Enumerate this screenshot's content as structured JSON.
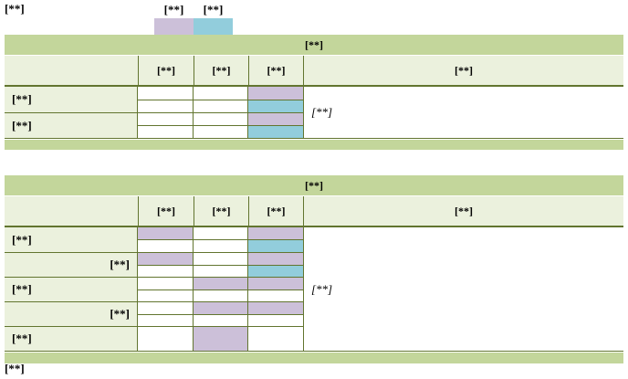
{
  "colors": {
    "bar_green": "#C3D69B",
    "light_green": "#EBF1DD",
    "purple": "#CCC0D9",
    "teal": "#92CDDC",
    "border": "#62752F",
    "text": "#000000"
  },
  "page": {
    "top_note": "[**]",
    "bottom_note": "[**]"
  },
  "legend": {
    "items": [
      {
        "label": "[**]",
        "color_key": "purple"
      },
      {
        "label": "[**]",
        "color_key": "teal"
      }
    ]
  },
  "table1": {
    "title": "[**]",
    "columns": [
      "[**]",
      "[**]",
      "[**]",
      "[**]"
    ],
    "rows": [
      {
        "label": "[**]",
        "align": "left",
        "subrows": [
          [
            "w",
            "w",
            "p"
          ],
          [
            "w",
            "w",
            "t"
          ]
        ]
      },
      {
        "label": "[**]",
        "align": "left",
        "subrows": [
          [
            "w",
            "w",
            "p"
          ],
          [
            "w",
            "w",
            "t"
          ]
        ]
      }
    ],
    "note": "[**]"
  },
  "table2": {
    "title": "[**]",
    "columns": [
      "[**]",
      "[**]",
      "[**]",
      "[**]"
    ],
    "rows": [
      {
        "label": "[**]",
        "align": "left",
        "subrows": [
          [
            "p",
            "w",
            "p"
          ],
          [
            "w",
            "w",
            "t"
          ]
        ]
      },
      {
        "label": "[**]",
        "align": "right",
        "subrows": [
          [
            "p",
            "w",
            "p"
          ],
          [
            "w",
            "w",
            "t"
          ]
        ]
      },
      {
        "label": "[**]",
        "align": "left",
        "subrows": [
          [
            "w",
            "p",
            "p"
          ],
          [
            "w",
            "w",
            "w"
          ]
        ]
      },
      {
        "label": "[**]",
        "align": "right",
        "subrows": [
          [
            "w",
            "p",
            "p"
          ],
          [
            "w",
            "w",
            "w"
          ]
        ]
      },
      {
        "label": "[**]",
        "align": "left",
        "subrows": [
          [
            "w",
            "p",
            "w"
          ]
        ]
      }
    ],
    "note": "[**]"
  }
}
